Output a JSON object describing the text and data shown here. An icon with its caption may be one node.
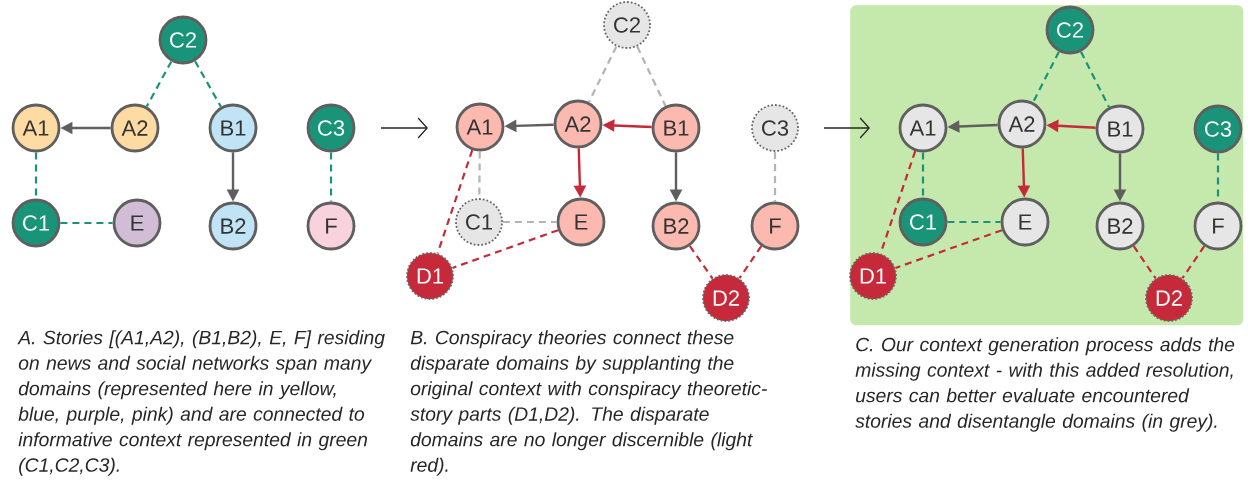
{
  "diagram": {
    "nodes": [
      {
        "text": [
          "C2"
        ]
      },
      {
        "text": [
          "A1"
        ]
      },
      {
        "text": [
          "A2"
        ]
      },
      {
        "text": [
          "B1"
        ]
      },
      {
        "text": [
          "C3"
        ]
      },
      {
        "text": [
          "C1"
        ]
      },
      {
        "text": [
          "E"
        ]
      },
      {
        "text": [
          "B2"
        ]
      },
      {
        "text": [
          "F"
        ]
      },
      {
        "text": [
          "C2"
        ]
      },
      {
        "text": [
          "A1"
        ]
      },
      {
        "text": [
          "A2"
        ]
      },
      {
        "text": [
          "B1"
        ]
      },
      {
        "text": [
          "C3"
        ]
      },
      {
        "text": [
          "C1"
        ]
      },
      {
        "text": [
          "E"
        ]
      },
      {
        "text": [
          "B2"
        ]
      },
      {
        "text": [
          "F"
        ]
      },
      {
        "text": [
          "D1"
        ]
      },
      {
        "text": [
          "D2"
        ]
      },
      {
        "text": [],
        "shape": "box"
      },
      {
        "text": [
          "C2"
        ],
        "in": 20
      },
      {
        "text": [
          "A1"
        ],
        "in": 20
      },
      {
        "text": [
          "A2"
        ],
        "in": 20
      },
      {
        "text": [
          "B1"
        ],
        "in": 20
      },
      {
        "text": [
          "C3"
        ],
        "in": 20
      },
      {
        "text": [
          "C1"
        ],
        "in": 20
      },
      {
        "text": [
          "E"
        ],
        "in": 20
      },
      {
        "text": [
          "B2"
        ],
        "in": 20
      },
      {
        "text": [
          "F"
        ],
        "in": 20
      },
      {
        "text": [
          "D1"
        ],
        "in": 20
      },
      {
        "text": [
          "D2"
        ],
        "in": 20
      }
    ],
    "edges": [
      {
        "from": 0,
        "to": 2,
        "arrow": "none",
        "style": "dashed",
        "color": "#1a9479"
      },
      {
        "from": 0,
        "to": 3,
        "arrow": "none",
        "style": "dashed",
        "color": "#1a9479"
      },
      {
        "from": 2,
        "to": 1,
        "arrow": "to",
        "color": "#5f5f5f"
      },
      {
        "from": 3,
        "to": 7,
        "arrow": "to",
        "color": "#5f5f5f"
      },
      {
        "from": 1,
        "to": 5,
        "arrow": "none",
        "style": "dashed",
        "color": "#1a9479"
      },
      {
        "from": 5,
        "to": 6,
        "arrow": "none",
        "style": "dashed",
        "color": "#1a9479"
      },
      {
        "from": 4,
        "to": 8,
        "arrow": "none",
        "style": "dashed",
        "color": "#1a9479"
      },
      {
        "from": 9,
        "to": 11,
        "arrow": "none",
        "style": "dashed",
        "color": "#b4b4b4"
      },
      {
        "from": 9,
        "to": 12,
        "arrow": "none",
        "style": "dashed",
        "color": "#b4b4b4"
      },
      {
        "from": 11,
        "to": 10,
        "arrow": "to",
        "color": "#5f5f5f"
      },
      {
        "from": 12,
        "to": 11,
        "arrow": "to",
        "color": "#c62a3a"
      },
      {
        "from": 11,
        "to": 15,
        "arrow": "to",
        "color": "#c62a3a"
      },
      {
        "from": 12,
        "to": 16,
        "arrow": "to",
        "color": "#5f5f5f"
      },
      {
        "from": 10,
        "to": 14,
        "arrow": "none",
        "style": "dashed",
        "color": "#b4b4b4"
      },
      {
        "from": 14,
        "to": 15,
        "arrow": "none",
        "style": "dashed",
        "color": "#b4b4b4"
      },
      {
        "from": 13,
        "to": 17,
        "arrow": "none",
        "style": "dashed",
        "color": "#b4b4b4"
      },
      {
        "from": 10,
        "to": 18,
        "arrow": "none",
        "style": "dashed",
        "color": "#c62a3a"
      },
      {
        "from": 15,
        "to": 18,
        "arrow": "none",
        "style": "dashed",
        "color": "#c62a3a"
      },
      {
        "from": 16,
        "to": 19,
        "arrow": "none",
        "style": "dashed",
        "color": "#c62a3a"
      },
      {
        "from": 17,
        "to": 19,
        "arrow": "none",
        "style": "dashed",
        "color": "#c62a3a"
      },
      {
        "from": 21,
        "to": 23,
        "arrow": "none",
        "style": "dashed",
        "color": "#1a9479"
      },
      {
        "from": 21,
        "to": 24,
        "arrow": "none",
        "style": "dashed",
        "color": "#1a9479"
      },
      {
        "from": 23,
        "to": 22,
        "arrow": "to",
        "color": "#5f5f5f"
      },
      {
        "from": 24,
        "to": 23,
        "arrow": "to",
        "color": "#c62a3a"
      },
      {
        "from": 23,
        "to": 27,
        "arrow": "to",
        "color": "#c62a3a"
      },
      {
        "from": 24,
        "to": 28,
        "arrow": "to",
        "color": "#5f5f5f"
      },
      {
        "from": 22,
        "to": 26,
        "arrow": "none",
        "style": "dashed",
        "color": "#1a9479"
      },
      {
        "from": 26,
        "to": 27,
        "arrow": "none",
        "style": "dashed",
        "color": "#1a9479"
      },
      {
        "from": 25,
        "to": 29,
        "arrow": "none",
        "style": "dashed",
        "color": "#1a9479"
      },
      {
        "from": 22,
        "to": 30,
        "arrow": "none",
        "style": "dashed",
        "color": "#c62a3a"
      },
      {
        "from": 27,
        "to": 30,
        "arrow": "none",
        "style": "dashed",
        "color": "#c62a3a"
      },
      {
        "from": 28,
        "to": 31,
        "arrow": "none",
        "style": "dashed",
        "color": "#c62a3a"
      },
      {
        "from": 29,
        "to": 31,
        "arrow": "none",
        "style": "dashed",
        "color": "#c62a3a"
      }
    ],
    "labels": [
      "A. Stories [(A1,A2), (B1,B2), E, F] residing on news and social networks span many domains (represented here in yellow, blue, purple, pink) and are connected to informative context represented in green (C1,C2,C3).",
      "B. Conspiracy theories connect these disparate domains by supplanting the original context with conspiracy theoretic-story parts (D1,D2). The disparate domains are no longer discernible (light red).",
      "C. Our context generation process adds the missing context - with this added resolution, users can better evaluate encountered stories and disentangle domains (in grey)."
    ]
  }
}
